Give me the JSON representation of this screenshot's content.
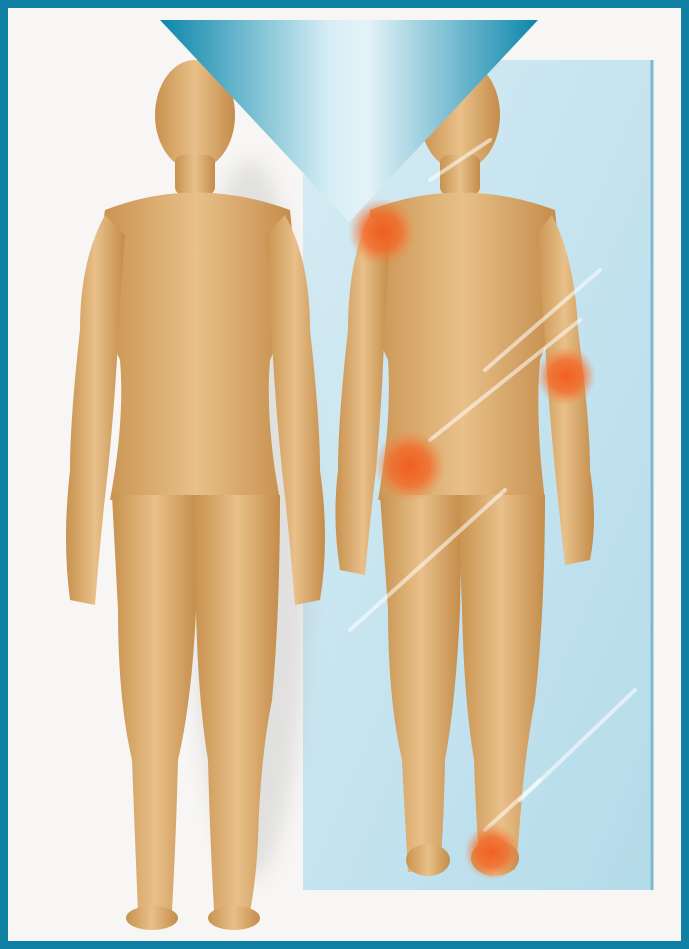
{
  "figure": {
    "frame_color": "#0f7fa3",
    "background_color": "#f7f6f4",
    "panel_color": "#bfe0ec",
    "skin_color": "#d9a968",
    "highlight_color": "#f06a2a",
    "views": [
      {
        "name": "front-view"
      },
      {
        "name": "back-view"
      }
    ],
    "pain_spots": [
      {
        "name": "left-shoulder"
      },
      {
        "name": "right-elbow"
      },
      {
        "name": "left-hip"
      },
      {
        "name": "right-heel"
      }
    ]
  }
}
